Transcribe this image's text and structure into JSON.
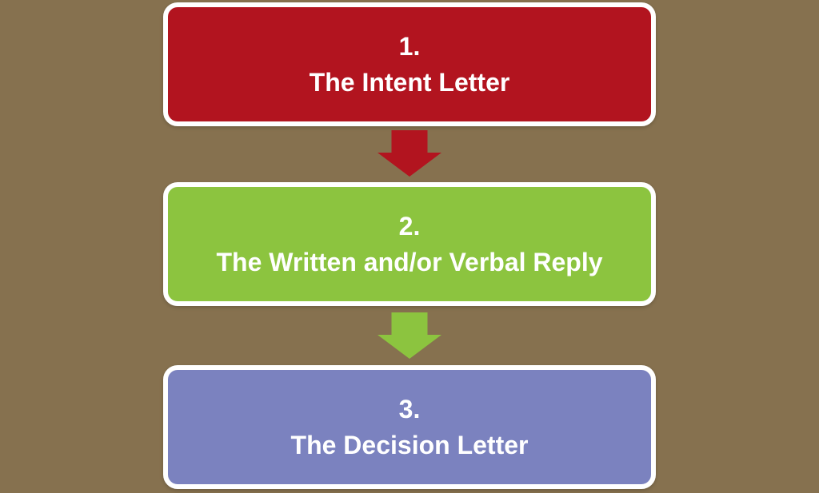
{
  "page": {
    "background_color": "#86714F"
  },
  "flowchart": {
    "border_color": "#FFFFFF",
    "text_color": "#FFFFFF",
    "steps": [
      {
        "number": "1.",
        "label": "The Intent Letter",
        "fill_color": "#B2141F"
      },
      {
        "number": "2.",
        "label": "The Written and/or Verbal Reply",
        "fill_color": "#8CC43F"
      },
      {
        "number": "3.",
        "label": "The Decision Letter",
        "fill_color": "#7B82BF"
      }
    ],
    "arrows": [
      {
        "icon": "down-arrow-icon",
        "color": "#B2141F"
      },
      {
        "icon": "down-arrow-icon",
        "color": "#8CC43F"
      }
    ]
  }
}
